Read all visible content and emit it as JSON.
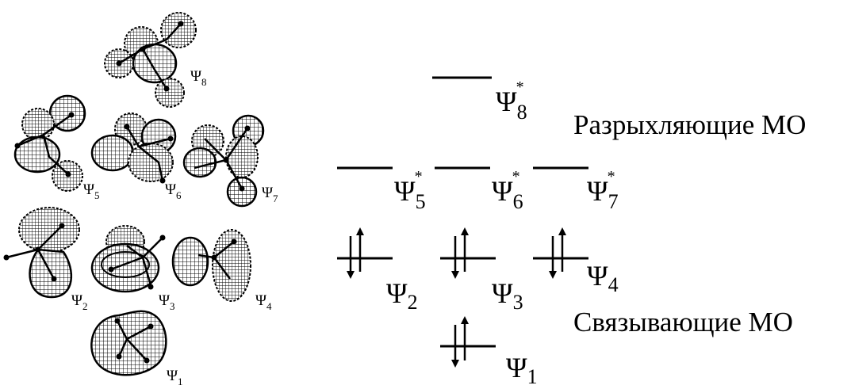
{
  "left_panel": {
    "orbital_labels": [
      {
        "id": "psi8",
        "symbol": "Ψ",
        "sub": "8"
      },
      {
        "id": "psi5",
        "symbol": "Ψ",
        "sub": "5"
      },
      {
        "id": "psi6",
        "symbol": "Ψ",
        "sub": "6"
      },
      {
        "id": "psi7",
        "symbol": "Ψ",
        "sub": "7"
      },
      {
        "id": "psi2",
        "symbol": "Ψ",
        "sub": "2"
      },
      {
        "id": "psi3",
        "symbol": "Ψ",
        "sub": "3"
      },
      {
        "id": "psi4",
        "symbol": "Ψ",
        "sub": "4"
      },
      {
        "id": "psi1",
        "symbol": "Ψ",
        "sub": "1"
      }
    ]
  },
  "energy_diagram": {
    "antibonding_caption": "Разрыхляющие МО",
    "bonding_caption": "Связывающие МО",
    "levels": [
      {
        "id": "psi8",
        "symbol": "Ψ",
        "sub": "8",
        "star": "*",
        "occupied": false
      },
      {
        "id": "psi5",
        "symbol": "Ψ",
        "sub": "5",
        "star": "*",
        "occupied": false
      },
      {
        "id": "psi6",
        "symbol": "Ψ",
        "sub": "6",
        "star": "*",
        "occupied": false
      },
      {
        "id": "psi7",
        "symbol": "Ψ",
        "sub": "7",
        "star": "*",
        "occupied": false
      },
      {
        "id": "psi2",
        "symbol": "Ψ",
        "sub": "2",
        "star": "",
        "occupied": true
      },
      {
        "id": "psi3",
        "symbol": "Ψ",
        "sub": "3",
        "star": "",
        "occupied": true
      },
      {
        "id": "psi4",
        "symbol": "Ψ",
        "sub": "4",
        "star": "",
        "occupied": true
      },
      {
        "id": "psi1",
        "symbol": "Ψ",
        "sub": "1",
        "star": "",
        "occupied": true
      }
    ]
  }
}
